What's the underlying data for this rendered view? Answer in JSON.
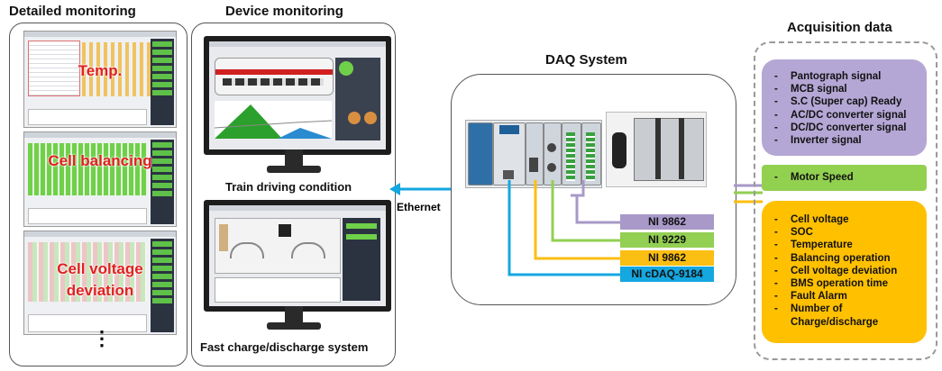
{
  "sections": {
    "detailed": {
      "title": "Detailed monitoring",
      "temp_label": "Temp.",
      "cell_balancing_label": "Cell balancing",
      "cell_voltage_label": "Cell voltage deviation",
      "more": "⋮"
    },
    "device": {
      "title": "Device monitoring",
      "caption_top": "Train driving condition",
      "caption_bottom": "Fast charge/discharge system"
    },
    "daq": {
      "title": "DAQ System",
      "ethernet_label": "Ethernet"
    },
    "acquisition": {
      "title": "Acquisition data"
    }
  },
  "modules": [
    {
      "label": "NI 9862",
      "color": "#a899c8"
    },
    {
      "label": "NI 9229",
      "color": "#92cf52"
    },
    {
      "label": "NI 9862",
      "color": "#fbbe12"
    },
    {
      "label": "NI cDAQ-9184",
      "color": "#14a7e0"
    }
  ],
  "acq_groups": {
    "signals": {
      "color": "#b4a7d5",
      "items": [
        "Pantograph signal",
        "MCB signal",
        "S.C (Super cap) Ready",
        "AC/DC converter signal",
        "DC/DC converter signal",
        "Inverter signal"
      ]
    },
    "motor": {
      "color": "#92d050",
      "items": [
        "Motor Speed"
      ]
    },
    "bms": {
      "color": "#ffc000",
      "items": [
        "Cell voltage",
        "SOC",
        "Temperature",
        "Balancing operation",
        "Cell voltage deviation",
        "BMS operation time",
        "Fault Alarm",
        "Number of Charge/discharge"
      ]
    }
  }
}
